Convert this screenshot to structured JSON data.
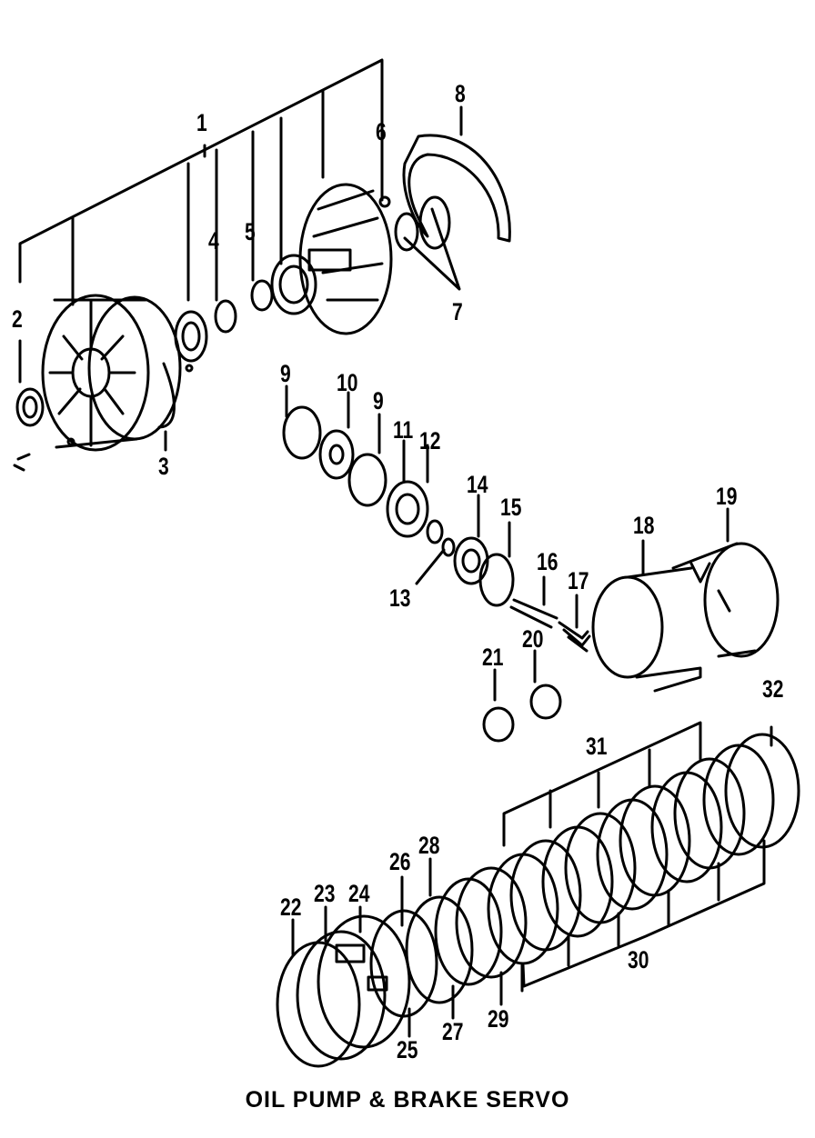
{
  "caption": "OIL PUMP & BRAKE SERVO",
  "callouts": [
    "1",
    "2",
    "3",
    "4",
    "5",
    "6",
    "7",
    "8",
    "9",
    "10",
    "9",
    "11",
    "12",
    "13",
    "14",
    "15",
    "16",
    "17",
    "18",
    "19",
    "20",
    "21",
    "22",
    "23",
    "24",
    "25",
    "26",
    "27",
    "28",
    "29",
    "30",
    "31",
    "32"
  ],
  "colors": {
    "ink": "#000000",
    "paper": "#ffffff"
  }
}
